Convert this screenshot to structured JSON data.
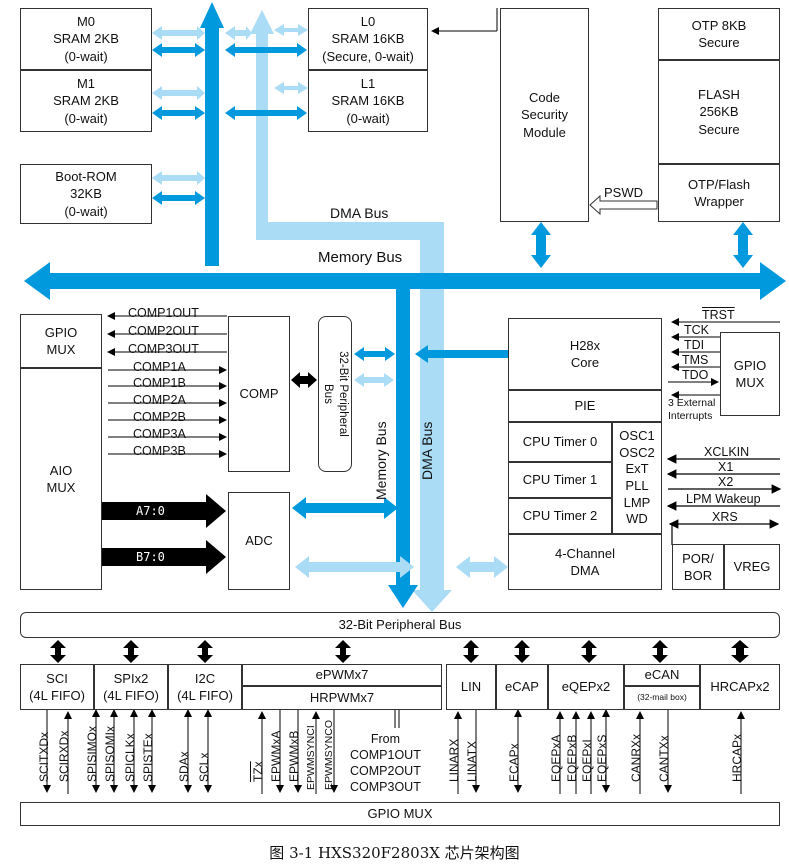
{
  "blocks": {
    "m0": "M0\nSRAM 2KB\n(0-wait)",
    "m1": "M1\nSRAM 2KB\n(0-wait)",
    "l0": "L0\nSRAM 16KB\n(Secure, 0-wait)",
    "l1": "L1\nSRAM 16KB\n(0-wait)",
    "code_security": "Code\nSecurity\nModule",
    "otp": "OTP 8KB\nSecure",
    "flash": "FLASH\n256KB\nSecure",
    "otp_wrapper": "OTP/Flash\nWrapper",
    "boot_rom": "Boot-ROM\n32KB\n(0-wait)",
    "gpio_mux_left": "GPIO\nMUX",
    "aio_mux": "AIO\nMUX",
    "comp": "COMP",
    "adc": "ADC",
    "periph_bus_vertical": "32-Bit Peripheral\nBus",
    "h28x_core": "H28x\nCore",
    "pie": "PIE",
    "cpu_timer0": "CPU Timer 0",
    "cpu_timer1": "CPU Timer 1",
    "cpu_timer2": "CPU Timer 2",
    "osc_group": "OSC1\nOSC2\nExT\nPLL\nLMP\nWD",
    "dma_4ch": "4-Channel\nDMA",
    "gpio_mux_right": "GPIO\nMUX",
    "por_bor": "POR/\nBOR",
    "vreg": "VREG",
    "periph_bus_horizontal": "32-Bit Peripheral Bus",
    "sci": "SCI\n(4L FIFO)",
    "spi": "SPIx2\n(4L FIFO)",
    "i2c": "I2C\n(4L FIFO)",
    "epwm": "ePWMx7",
    "hrpwm": "HRPWMx7",
    "lin": "LIN",
    "ecap": "eCAP",
    "eqep": "eQEPx2",
    "ecan": "eCAN",
    "ecan_mailbox": "(32-mail box)",
    "hrcap": "HRCAPx2",
    "gpio_mux_bottom": "GPIO MUX"
  },
  "buses": {
    "dma_bus": "DMA Bus",
    "memory_bus": "Memory Bus",
    "memory_bus_vertical": "Memory Bus",
    "dma_bus_vertical": "DMA Bus",
    "pswd": "PSWD"
  },
  "comp_signals": [
    "COMP1OUT",
    "COMP2OUT",
    "COMP3OUT",
    "COMP1A",
    "COMP1B",
    "COMP2A",
    "COMP2B",
    "COMP3A",
    "COMP3B"
  ],
  "adc_inputs": [
    "A7:0",
    "B7:0"
  ],
  "jtag_signals": [
    "TRST",
    "TCK",
    "TDI",
    "TMS",
    "TDO"
  ],
  "ext_interrupts": "3 External\nInterrupts",
  "clock_signals": [
    "XCLKIN",
    "X1",
    "X2",
    "LPM Wakeup",
    "XRS"
  ],
  "bottom_signals": {
    "sci": [
      "SCITXDx",
      "SCIRXDx"
    ],
    "spi": [
      "SPISIMOx",
      "SPISOMIx",
      "SPICLKx",
      "SPISTEx"
    ],
    "i2c": [
      "SDAx",
      "SCLx"
    ],
    "epwm": [
      "TZx",
      "EPWMxA",
      "EPWMxB",
      "EPWMSYNCI",
      "EPWMSYNCO"
    ],
    "from_label": "From\nCOMP1OUT\nCOMP2OUT\nCOMP3OUT",
    "lin": [
      "LINARX",
      "LINATX"
    ],
    "ecap": [
      "ECAPx"
    ],
    "eqep": [
      "EQEPxA",
      "EQEPxB",
      "EQEPxI",
      "EQEPxS"
    ],
    "ecan": [
      "CANRXx",
      "CANTXx"
    ],
    "hrcap": [
      "HRCAPx"
    ]
  },
  "caption": "图 3-1 HXS320F2803X 芯片架构图",
  "colors": {
    "bus_dark": "#0099dd",
    "bus_light": "#aadcf5",
    "arrow_black": "#000000"
  }
}
